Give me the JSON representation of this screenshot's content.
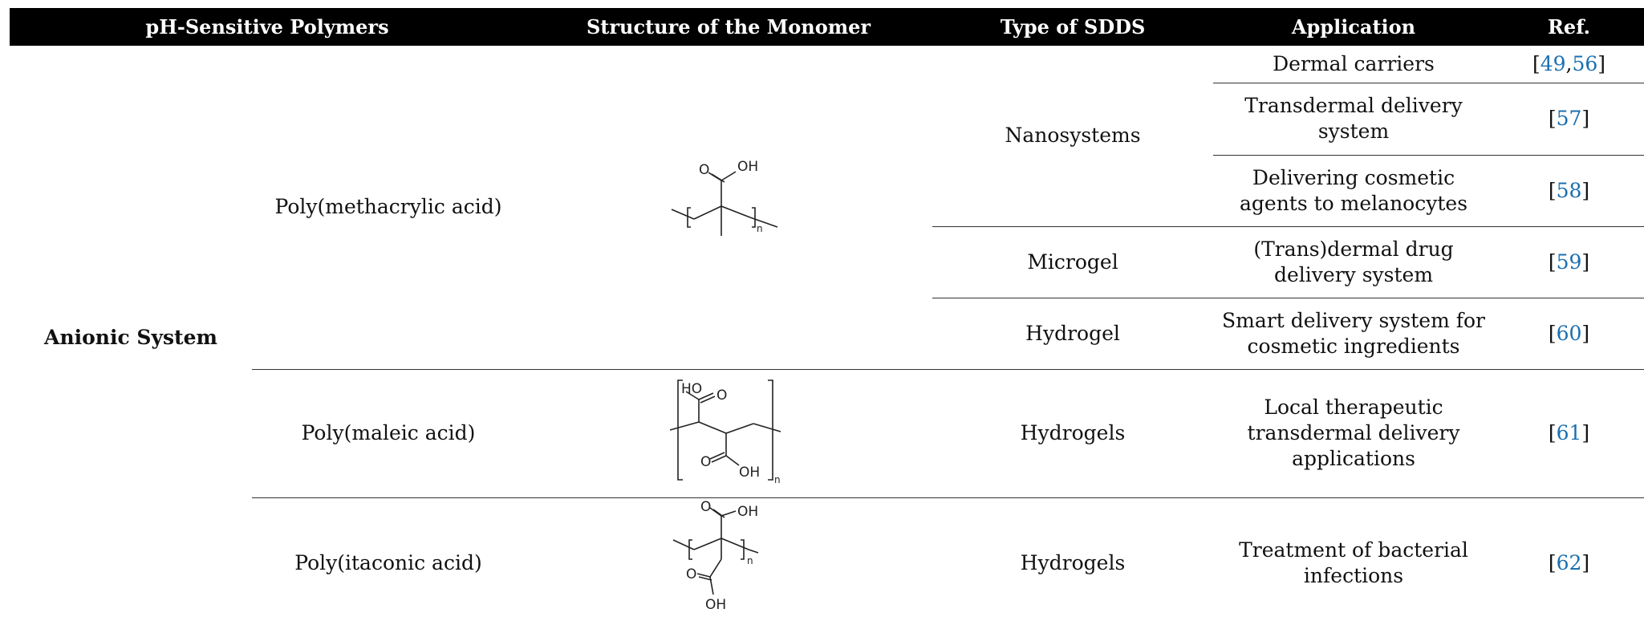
{
  "headers": [
    "pH-Sensitive Polymers",
    "Structure of the Monomer",
    "Type of SDDS",
    "Application",
    "Ref."
  ],
  "system": "Anionic System",
  "polymers": {
    "pma": "Poly(methacrylic acid)",
    "pmal": "Poly(maleic acid)",
    "pita": "Poly(itaconic acid)"
  },
  "sdds": {
    "nanosystems": "Nanosystems",
    "microgel": "Microgel",
    "hydrogel": "Hydrogel",
    "hydrogels": "Hydrogels"
  },
  "applications": [
    "Dermal carriers",
    "Transdermal delivery system",
    "Delivering cosmetic agents to melanocytes",
    "(Trans)dermal drug delivery system",
    "Smart delivery system for cosmetic ingredients",
    "Local therapeutic transdermal delivery applications",
    "Treatment of bacterial infections"
  ],
  "refs": [
    [
      "49",
      "56"
    ],
    [
      "57"
    ],
    [
      "58"
    ],
    [
      "59"
    ],
    [
      "60"
    ],
    [
      "61"
    ],
    [
      "62"
    ]
  ],
  "chem": {
    "o": "O",
    "oh": "OH",
    "ho": "HO",
    "n": "n"
  }
}
